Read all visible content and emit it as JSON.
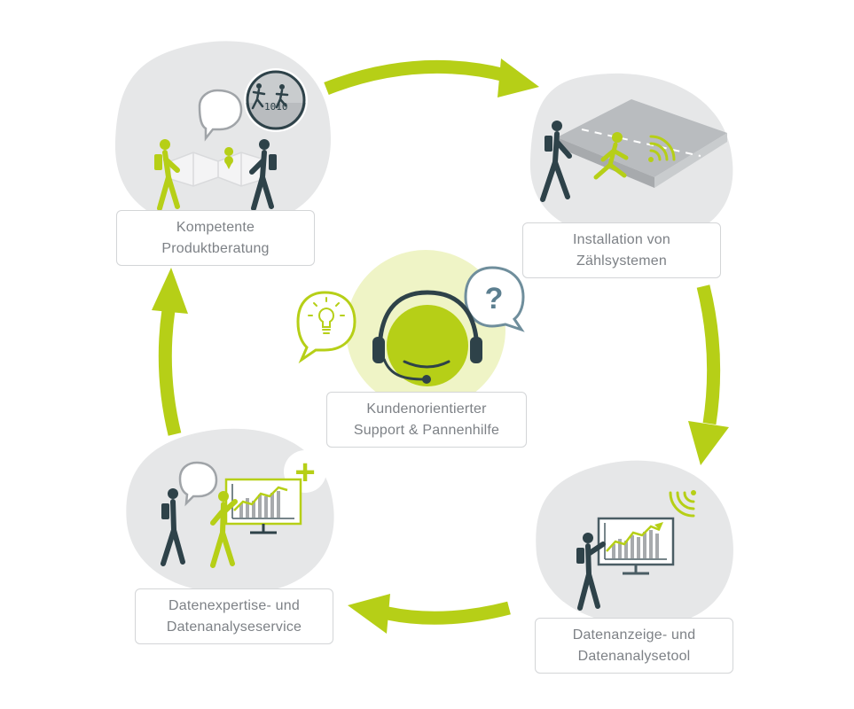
{
  "colors": {
    "accent": "#b6cf17",
    "dark": "#2e4249",
    "blob": "#e6e7e8",
    "text": "#7d8186",
    "border": "#d3d5d7",
    "question": "#5c7f90"
  },
  "steps": [
    {
      "id": "produktberatung",
      "line1": "Kompetente",
      "line2": "Produktberatung"
    },
    {
      "id": "installation",
      "line1": "Installation von",
      "line2": "Zählsystemen"
    },
    {
      "id": "datenanzeige",
      "line1": "Datenanzeige- und",
      "line2": "Datenanalysetool"
    },
    {
      "id": "datenexpertise",
      "line1": "Datenexpertise- und",
      "line2": "Datenanalyseservice"
    }
  ],
  "center": {
    "line1": "Kundenorientierter",
    "line2": "Support & Pannenhilfe"
  },
  "glyphs": {
    "question": "?",
    "plus": "+"
  }
}
